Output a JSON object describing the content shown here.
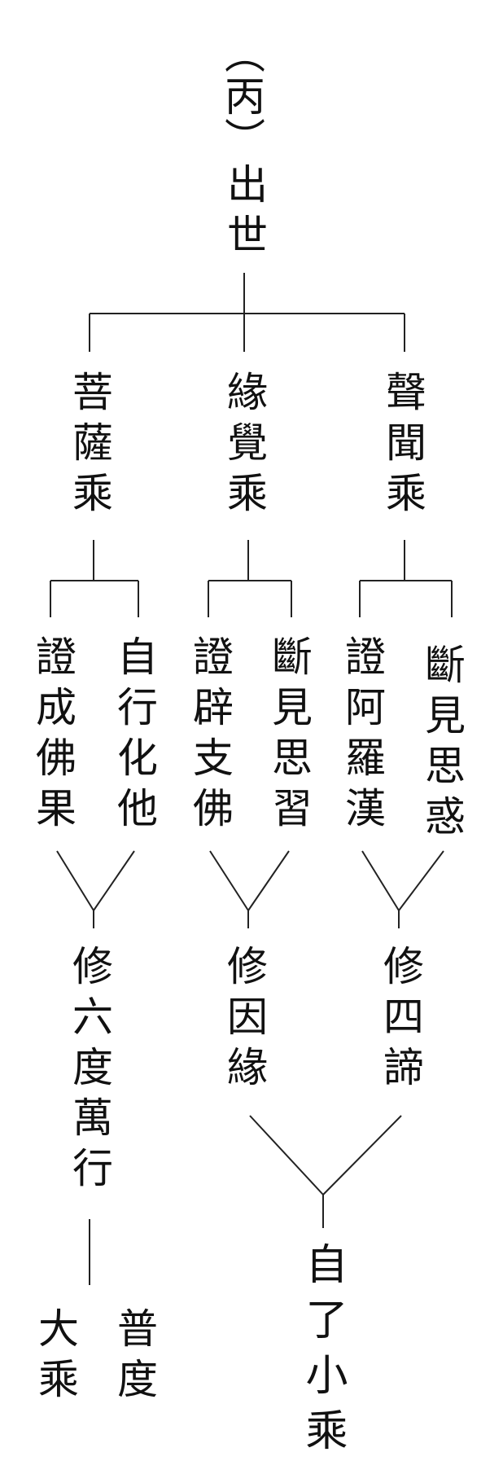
{
  "title": {
    "paren": "（丙）",
    "main": "出世"
  },
  "vehicles": {
    "bodhisattva": "菩薩乘",
    "pratyeka": "緣覺乘",
    "sravaka": "聲聞乘"
  },
  "fruits": {
    "bodhisattva_a": "證成佛果",
    "bodhisattva_b": "自行化他",
    "pratyeka_a": "證辟支佛",
    "pratyeka_b": "斷見思習",
    "sravaka_a": "證阿羅漢",
    "sravaka_b": "斷見思惑"
  },
  "practices": {
    "bodhisattva": "修六度萬行",
    "pratyeka": "修因緣",
    "sravaka": "修四諦"
  },
  "outcomes": {
    "mahayana_a": "普度",
    "mahayana_b": "大乘",
    "hinayana": "自了小乘"
  }
}
